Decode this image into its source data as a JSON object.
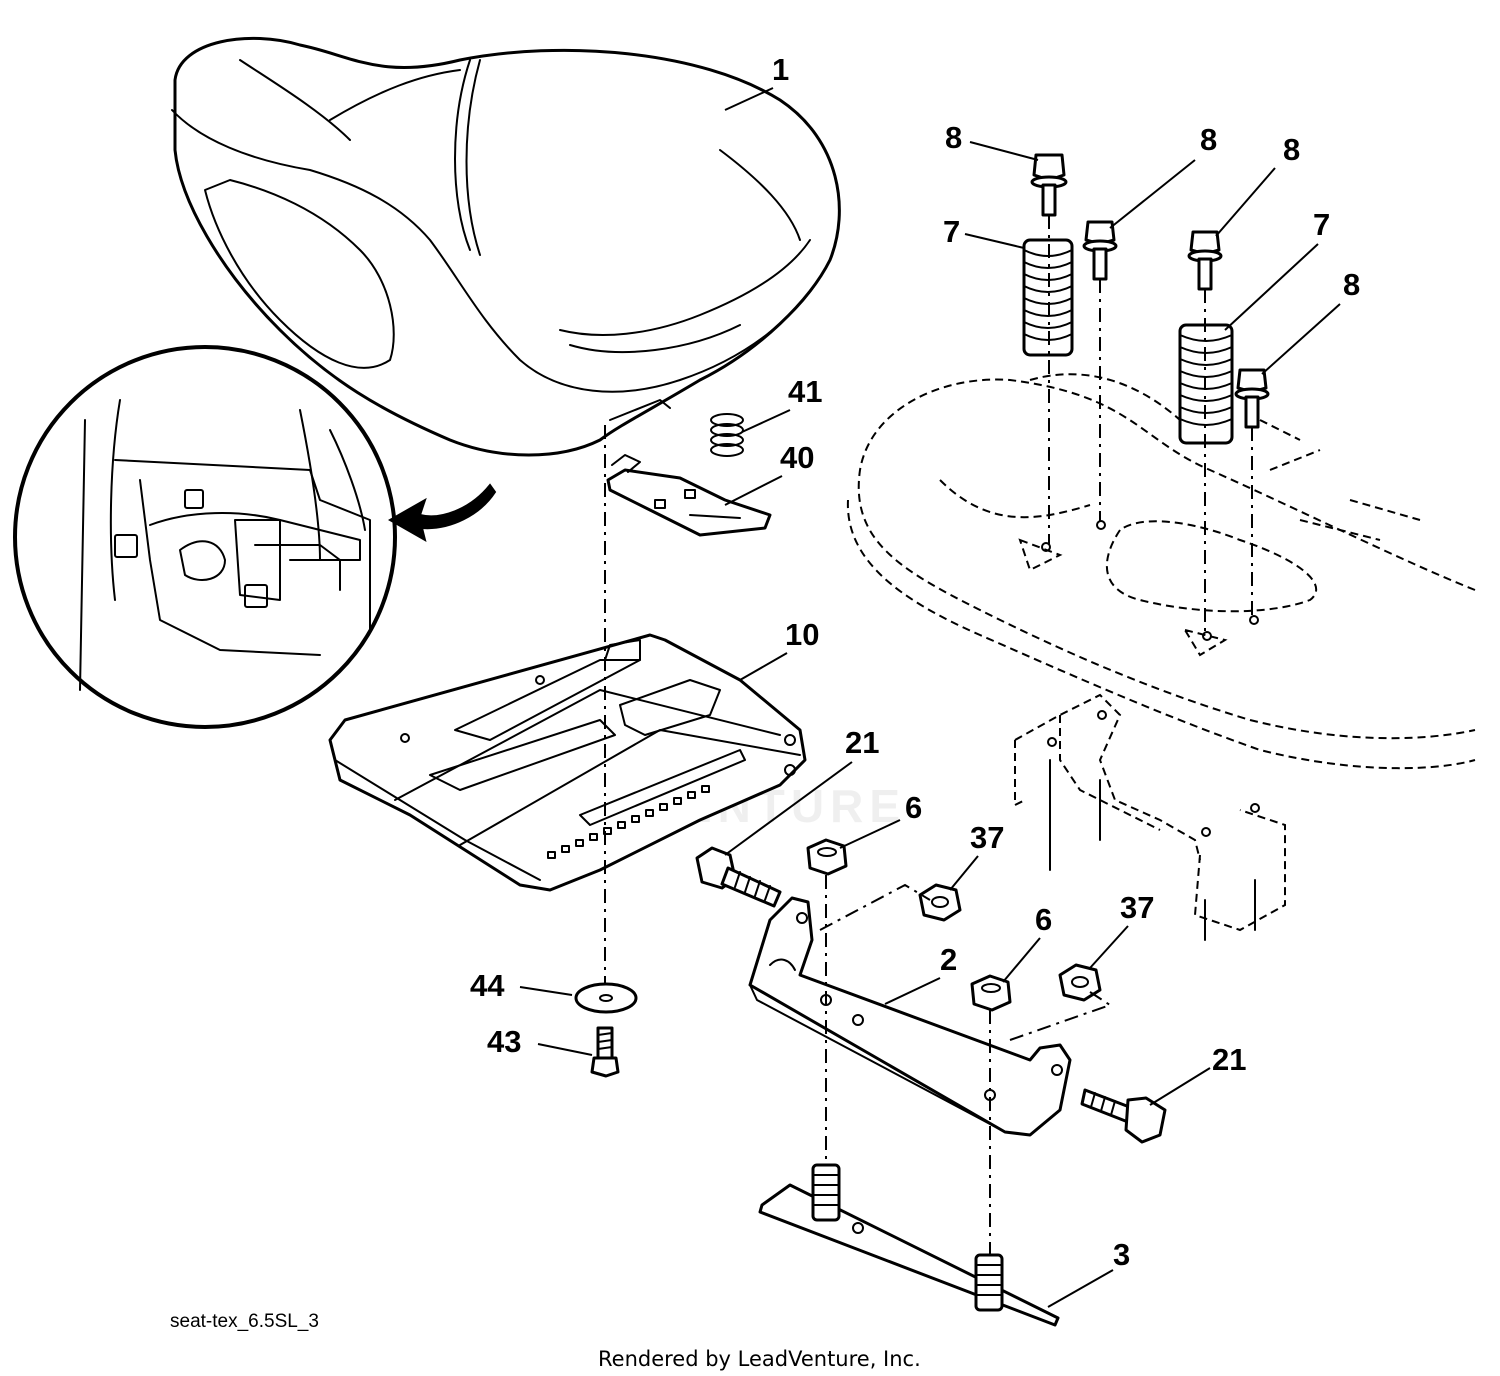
{
  "callouts": {
    "c1": "1",
    "c8a": "8",
    "c8b": "8",
    "c8c": "8",
    "c8d": "8",
    "c7a": "7",
    "c7b": "7",
    "c41": "41",
    "c40": "40",
    "c10": "10",
    "c21a": "21",
    "c21b": "21",
    "c6a": "6",
    "c6b": "6",
    "c37a": "37",
    "c37b": "37",
    "c2": "2",
    "c44": "44",
    "c43": "43",
    "c3": "3"
  },
  "diagram_ref": "seat-tex_6.5SL_3",
  "credit": "Rendered by LeadVenture, Inc.",
  "watermark": "LEADVENTURE"
}
